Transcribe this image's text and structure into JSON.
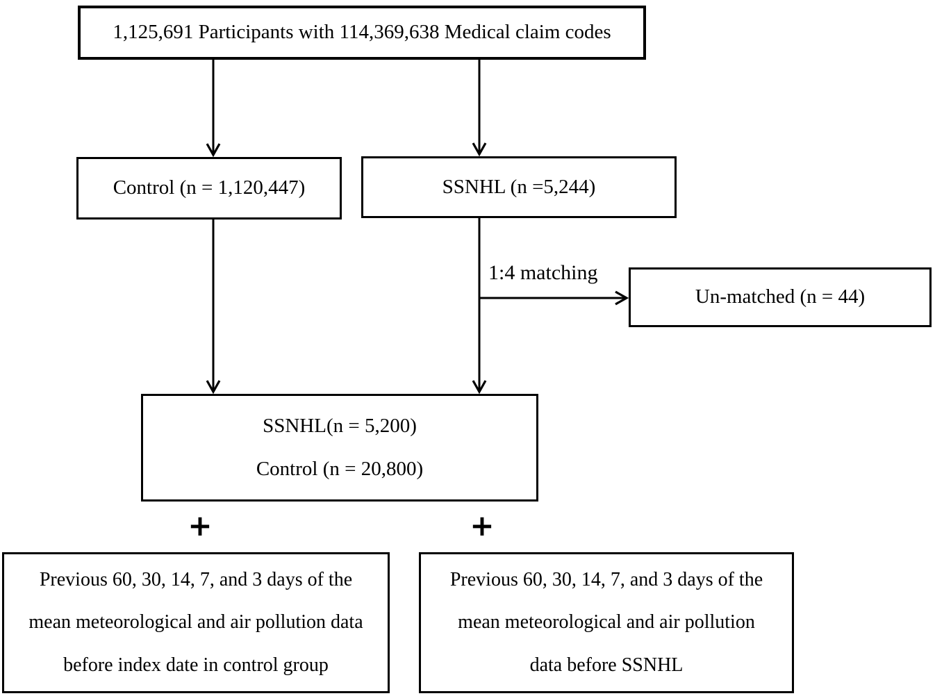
{
  "figure": {
    "background_color": "#ffffff",
    "line_color": "#000000"
  },
  "boxes": {
    "participants": {
      "text": "1,125,691 Participants with 114,369,638 Medical claim codes"
    },
    "control": {
      "text": "Control (n = 1,120,447)"
    },
    "ssnhl": {
      "text": "SSNHL (n =5,244)"
    },
    "unmatched": {
      "text": "Un-matched (n = 44)"
    },
    "matched": {
      "line1": "SSNHL(n = 5,200)",
      "line2": "Control (n = 20,800)"
    },
    "control_exposure": {
      "line1": "Previous 60, 30, 14, 7, and 3 days of the",
      "line2": "mean meteorological and air pollution data",
      "line3": "before index date in control group"
    },
    "ssnhl_exposure": {
      "line1": "Previous 60, 30, 14, 7, and 3 days of the",
      "line2": "mean meteorological and air pollution",
      "line3": "data before SSNHL"
    }
  },
  "labels": {
    "matching": "1:4 matching",
    "plus_left": "+",
    "plus_right": "+"
  }
}
